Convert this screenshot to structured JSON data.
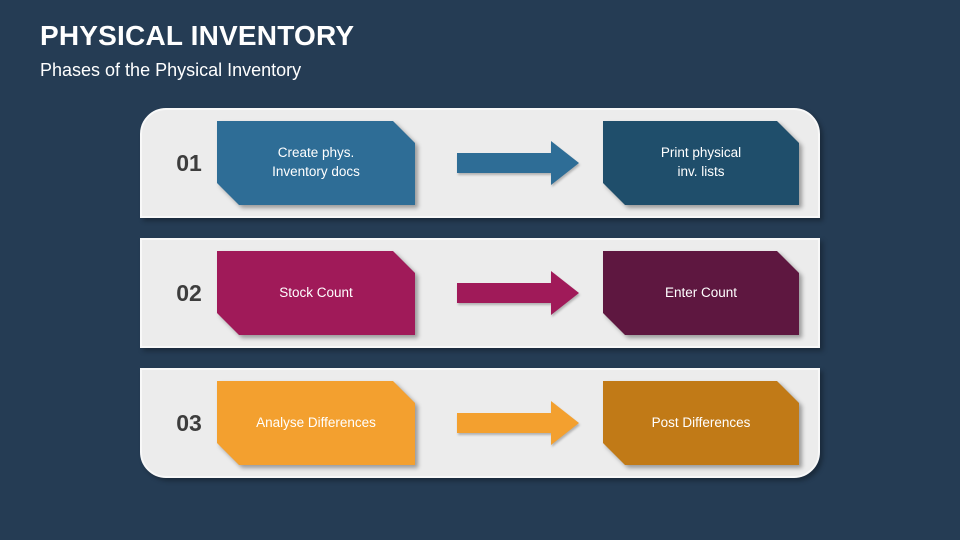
{
  "slide": {
    "title": "PHYSICAL INVENTORY",
    "subtitle": "Phases of the Physical Inventory",
    "background_color": "#253C54",
    "panel_color": "#ECECEC",
    "panel_border_color": "#F8F8F8",
    "number_color": "#3D3D3D",
    "rows": [
      {
        "number": "01",
        "left_label": "Create phys.\nInventory docs",
        "right_label": "Print physical\ninv. lists",
        "colors": {
          "light": "#2E6D96",
          "dark": "#1F4E6B",
          "arrow": "#2E6D96"
        }
      },
      {
        "number": "02",
        "left_label": "Stock Count",
        "right_label": "Enter Count",
        "colors": {
          "light": "#A01A59",
          "dark": "#5E1740",
          "arrow": "#A01A59"
        }
      },
      {
        "number": "03",
        "left_label": "Analyse Differences",
        "right_label": "Post Differences",
        "colors": {
          "light": "#F3A02F",
          "dark": "#C17A17",
          "arrow": "#F3A02F"
        }
      }
    ]
  }
}
